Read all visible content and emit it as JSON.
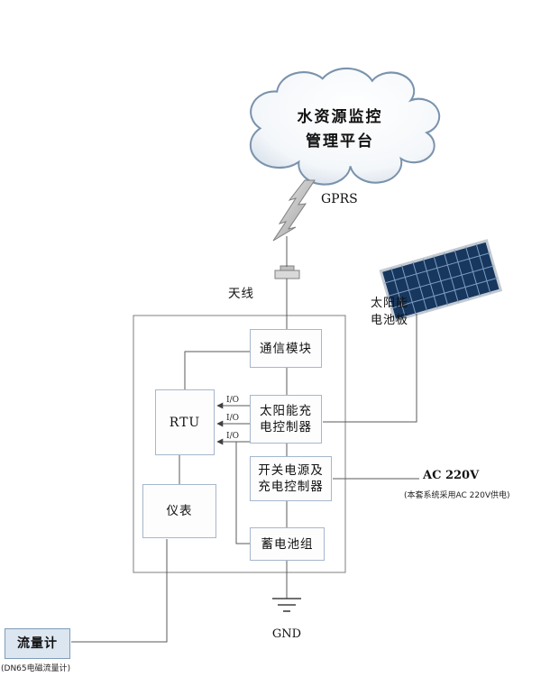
{
  "diagram": {
    "cloud": {
      "line1": "水资源监控",
      "line2": "管理平台"
    },
    "labels": {
      "gprs": "GPRS",
      "antenna": "天线",
      "solar_panel_line1": "太阳能",
      "solar_panel_line2": "电池板",
      "ac": "AC 220V",
      "ac_note": "(本套系统采用AC 220V供电)",
      "gnd": "GND",
      "flow_meter_note": "(DN65电磁流量计)"
    },
    "boxes": {
      "comm_module": "通信模块",
      "rtu": "RTU",
      "solar_controller_line1": "太阳能充",
      "solar_controller_line2": "电控制器",
      "power_controller_line1": "开关电源及",
      "power_controller_line2": "充电控制器",
      "instrument": "仪表",
      "battery": "蓄电池组",
      "flow_meter": "流量计"
    },
    "io_labels": [
      "I/O",
      "I/O",
      "I/O"
    ],
    "colors": {
      "solar_panel": "#17375e",
      "solar_grid": "#7d9cc0",
      "flow_meter_bg": "#dce6f1",
      "box_border": "#a6b7cc",
      "outer_box_border": "#7f7f7f",
      "line": "#595959",
      "cloud_stroke": "#7a93ad"
    }
  }
}
